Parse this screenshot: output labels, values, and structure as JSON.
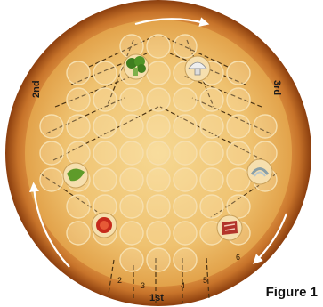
{
  "caption": "Figure 1",
  "colors": {
    "crust_dark": "#9c4a12",
    "crust_light": "#e9a24d",
    "sauce": "#e8b463",
    "cheese": "#f3cf83",
    "circle_stroke": "#f6dfae",
    "dashed_line": "#4a3212"
  },
  "labels": {
    "start_row": "1st",
    "second_row": "2nd",
    "third_row": "3rd",
    "row_numbers": [
      "2",
      "3",
      "4",
      "5",
      "6"
    ]
  },
  "toppings": [
    {
      "name": "broccoli",
      "icon": "broccoli-icon"
    },
    {
      "name": "mushroom",
      "icon": "mushroom-icon"
    },
    {
      "name": "onion",
      "icon": "onion-icon"
    },
    {
      "name": "bacon",
      "icon": "bacon-icon"
    },
    {
      "name": "tomato",
      "icon": "tomato-icon"
    },
    {
      "name": "pepper",
      "icon": "pepper-icon"
    }
  ]
}
